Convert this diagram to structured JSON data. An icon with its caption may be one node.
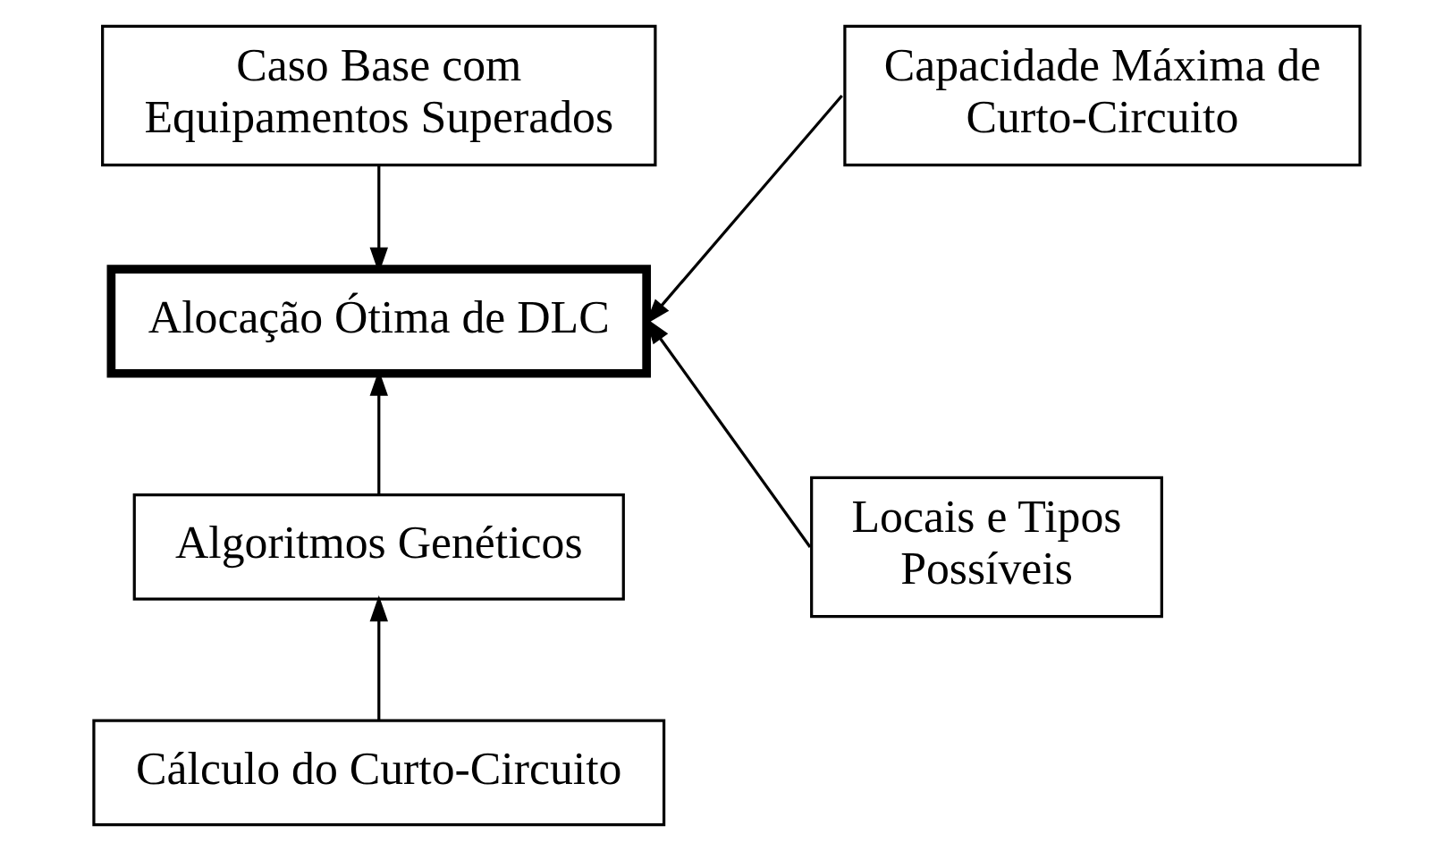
{
  "diagram": {
    "nodes": [
      {
        "text": [
          "Caso Base com Equipamentos Superados"
        ]
      },
      {
        "text": [
          "Alocação Ótima de DLC"
        ]
      },
      {
        "text": [
          "Capacidade Máxima de Curto-Circuito"
        ]
      },
      {
        "text": [
          "Locais e Tipos Possíveis"
        ]
      },
      {
        "text": [
          "Algoritmos Genéticos"
        ]
      },
      {
        "text": [
          "Cálculo do Curto-Circuito"
        ]
      }
    ],
    "edges": [
      {
        "from": 0,
        "to": 1,
        "arrow": "to"
      },
      {
        "from": 2,
        "to": 1,
        "arrow": "to"
      },
      {
        "from": 3,
        "to": 1,
        "arrow": "to"
      },
      {
        "from": 4,
        "to": 1,
        "arrow": "to"
      },
      {
        "from": 5,
        "to": 4,
        "arrow": "to"
      }
    ]
  }
}
